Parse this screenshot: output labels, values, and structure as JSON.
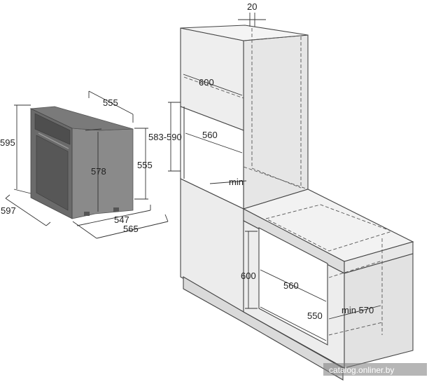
{
  "oven_dims": {
    "top_depth": "555",
    "height": "595",
    "inner_height": "578",
    "side_height": "555",
    "width": "597",
    "depth_547": "547",
    "depth_565": "565"
  },
  "upper_niche": {
    "gap": "20",
    "width": "600",
    "height_range": "583-590",
    "inner_width": "560",
    "min_label": "min"
  },
  "lower_niche": {
    "height": "600",
    "inner_width": "560",
    "depth": "550",
    "min_depth": "min 570"
  },
  "watermark": "catalog.onliner.by",
  "colors": {
    "oven_body": "#6e6e6e",
    "oven_side": "#8a8a8a",
    "oven_glass": "#5a5a5a",
    "cabinet_face": "#ececec",
    "cabinet_side": "#dcdcdc",
    "cabinet_top": "#f2f2f2"
  }
}
